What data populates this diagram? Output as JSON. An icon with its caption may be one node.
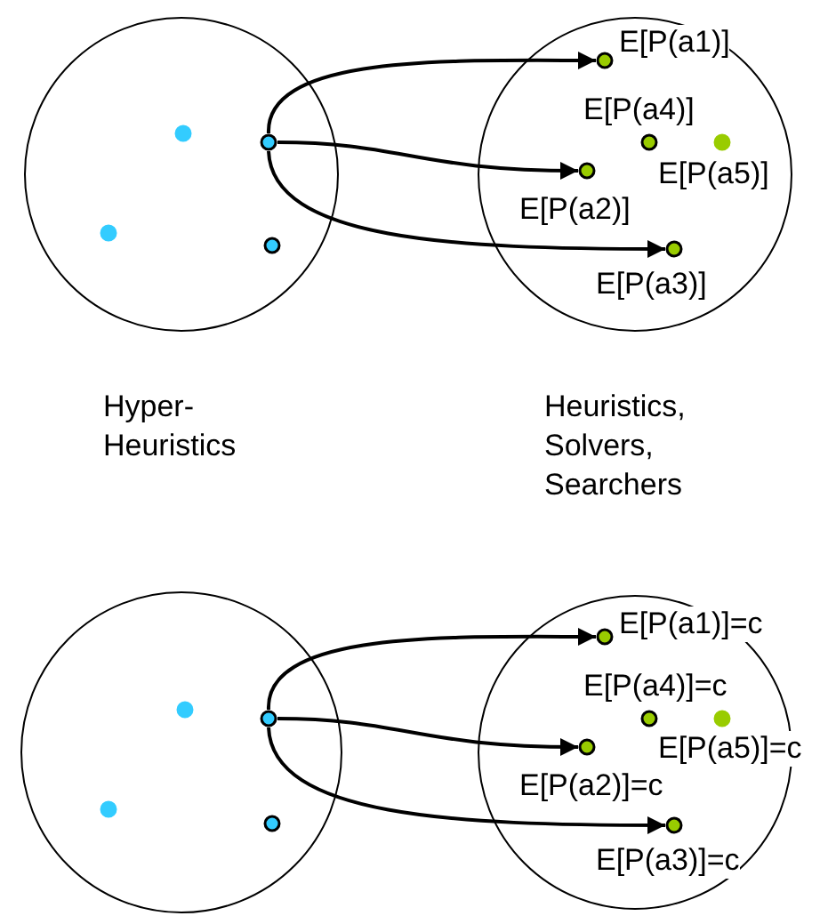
{
  "diagram": {
    "nodes": [
      {
        "text": [
          "Hyper-Heuristics"
        ]
      },
      {
        "text": [],
        "shape": "circle",
        "in": 0
      },
      {
        "text": [],
        "shape": "circle",
        "in": 0
      },
      {
        "text": [],
        "shape": "circle",
        "in": 0
      },
      {
        "text": [],
        "shape": "circle",
        "in": 0
      },
      {
        "text": [
          "Heuristics, Solvers, Searchers"
        ]
      },
      {
        "text": [],
        "shape": "circle",
        "in": 5,
        "beside": [
          "E[P(a1)]"
        ]
      },
      {
        "text": [],
        "shape": "circle",
        "in": 5,
        "beside": [
          "E[P(a4)]"
        ]
      },
      {
        "text": [],
        "shape": "circle",
        "in": 5,
        "beside": [
          "E[P(a5)]"
        ]
      },
      {
        "text": [],
        "shape": "circle",
        "in": 5,
        "beside": [
          "E[P(a2)]"
        ]
      },
      {
        "text": [],
        "shape": "circle",
        "in": 5,
        "beside": [
          "E[P(a3)]"
        ]
      },
      {
        "text": [],
        "shape": "circle"
      },
      {
        "text": [],
        "shape": "circle",
        "in": 11
      },
      {
        "text": [],
        "shape": "circle",
        "in": 11
      },
      {
        "text": [],
        "shape": "circle",
        "in": 11
      },
      {
        "text": [],
        "shape": "circle",
        "in": 11
      },
      {
        "text": [],
        "shape": "circle"
      },
      {
        "text": [],
        "shape": "circle",
        "in": 16,
        "beside": [
          "E[P(a1)]=c"
        ]
      },
      {
        "text": [],
        "shape": "circle",
        "in": 16,
        "beside": [
          "E[P(a4)]=c"
        ]
      },
      {
        "text": [],
        "shape": "circle",
        "in": 16,
        "beside": [
          "E[P(a5)]=c"
        ]
      },
      {
        "text": [],
        "shape": "circle",
        "in": 16,
        "beside": [
          "E[P(a2)]=c"
        ]
      },
      {
        "text": [],
        "shape": "circle",
        "in": 16,
        "beside": [
          "E[P(a3)]=c"
        ]
      }
    ],
    "edges": [
      {
        "from": 2,
        "to": 6,
        "arrow": "to"
      },
      {
        "from": 2,
        "to": 9,
        "arrow": "to"
      },
      {
        "from": 2,
        "to": 10,
        "arrow": "to"
      },
      {
        "from": 13,
        "to": 17,
        "arrow": "to"
      },
      {
        "from": 13,
        "to": 20,
        "arrow": "to"
      },
      {
        "from": 13,
        "to": 21,
        "arrow": "to"
      }
    ]
  }
}
